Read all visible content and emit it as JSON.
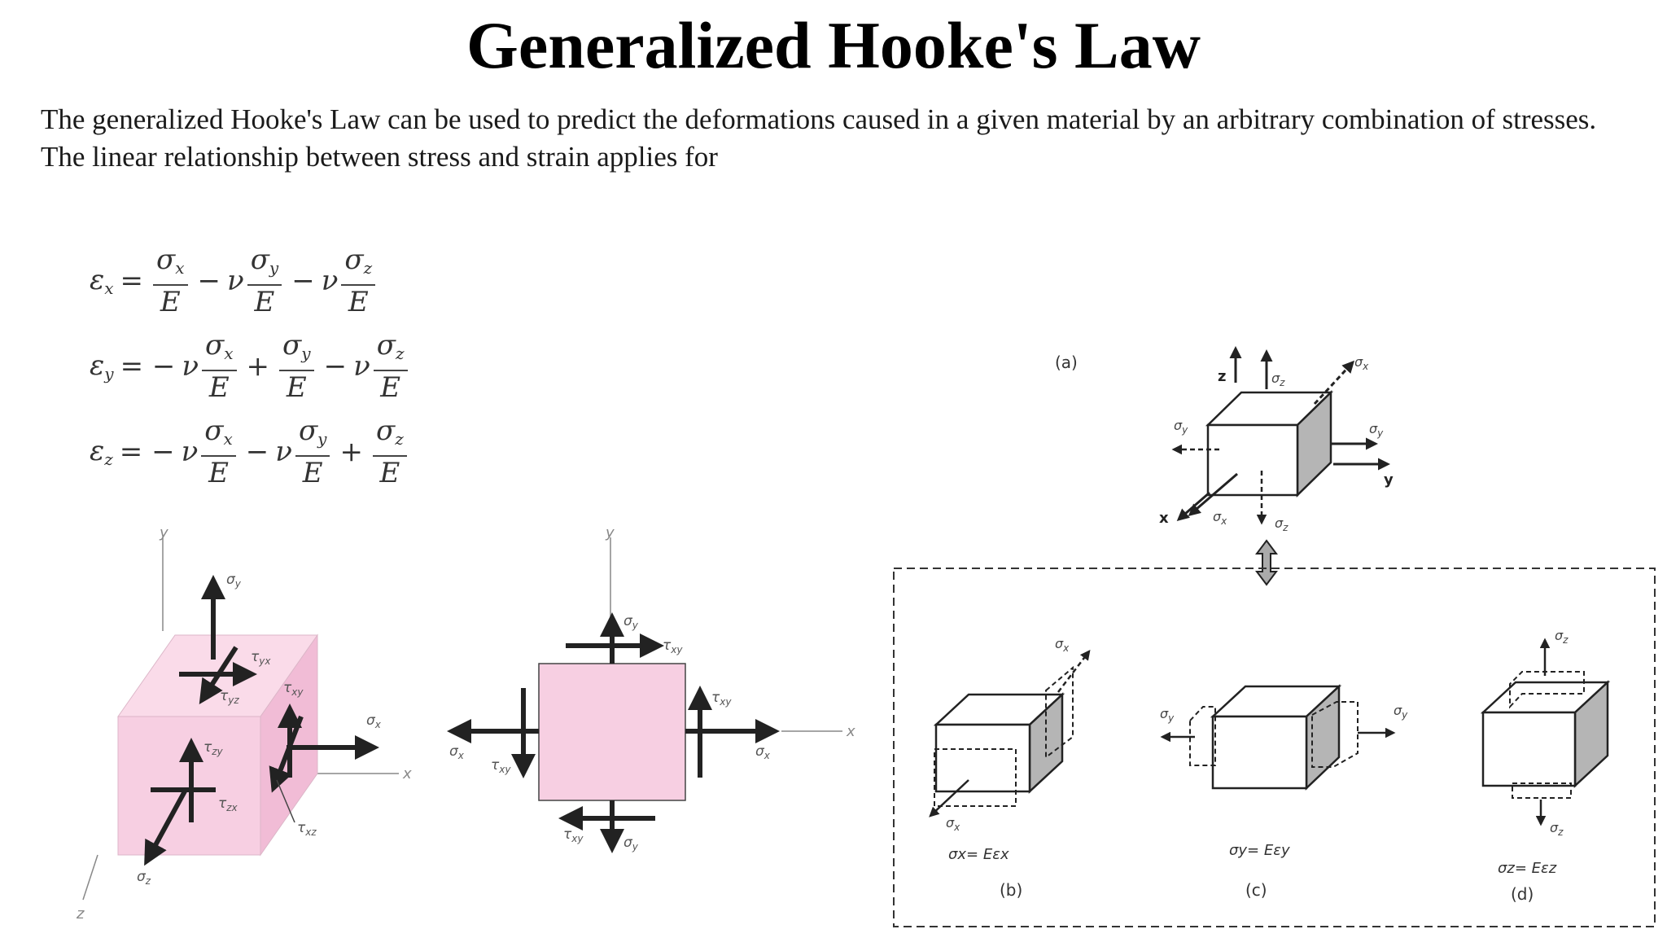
{
  "title": "Generalized Hooke's Law",
  "paragraphs": [
    "The generalized Hooke's Law can be used to predict the deformations caused in a given material by an arbitrary combination of stresses.",
    "The linear relationship between stress and strain applies for"
  ],
  "equations": [
    {
      "lhs": "ε",
      "lhs_sub": "x",
      "rhs": [
        {
          "op": "=",
          "coef": "",
          "num": "σ",
          "num_sub": "x",
          "den": "E"
        },
        {
          "op": "−",
          "coef": "ν",
          "num": "σ",
          "num_sub": "y",
          "den": "E"
        },
        {
          "op": "−",
          "coef": "ν",
          "num": "σ",
          "num_sub": "z",
          "den": "E"
        }
      ]
    },
    {
      "lhs": "ε",
      "lhs_sub": "y",
      "rhs": [
        {
          "op": "= −",
          "coef": "ν",
          "num": "σ",
          "num_sub": "x",
          "den": "E"
        },
        {
          "op": "+",
          "coef": "",
          "num": "σ",
          "num_sub": "y",
          "den": "E"
        },
        {
          "op": "−",
          "coef": "ν",
          "num": "σ",
          "num_sub": "z",
          "den": "E"
        }
      ]
    },
    {
      "lhs": "ε",
      "lhs_sub": "z",
      "rhs": [
        {
          "op": "= −",
          "coef": "ν",
          "num": "σ",
          "num_sub": "x",
          "den": "E"
        },
        {
          "op": "−",
          "coef": "ν",
          "num": "σ",
          "num_sub": "y",
          "den": "E"
        },
        {
          "op": "+",
          "coef": "",
          "num": "σ",
          "num_sub": "z",
          "den": "E"
        }
      ]
    }
  ],
  "figure_labels": {
    "axis_x": "x",
    "axis_y": "y",
    "axis_z": "z",
    "sigma": "σ",
    "tau": "τ",
    "sub_x": "x",
    "sub_y": "y",
    "sub_z": "z",
    "sub_xy": "xy",
    "sub_yx": "yx",
    "sub_yz": "yz",
    "sub_zy": "zy",
    "sub_zx": "zx",
    "sub_xz": "xz",
    "panel_a": "(a)",
    "panel_b": "(b)",
    "panel_c": "(c)",
    "panel_d": "(d)",
    "law_b": "σx= Eεx",
    "law_c": "σy= Eεy",
    "law_d": "σz= Eεz"
  },
  "colors": {
    "pink_face": "#f7cfe2",
    "pink_side": "#f1bcd6",
    "pink_top": "#fadbe9",
    "shaded_side": "#b5b5b5",
    "arrow": "#222222"
  }
}
